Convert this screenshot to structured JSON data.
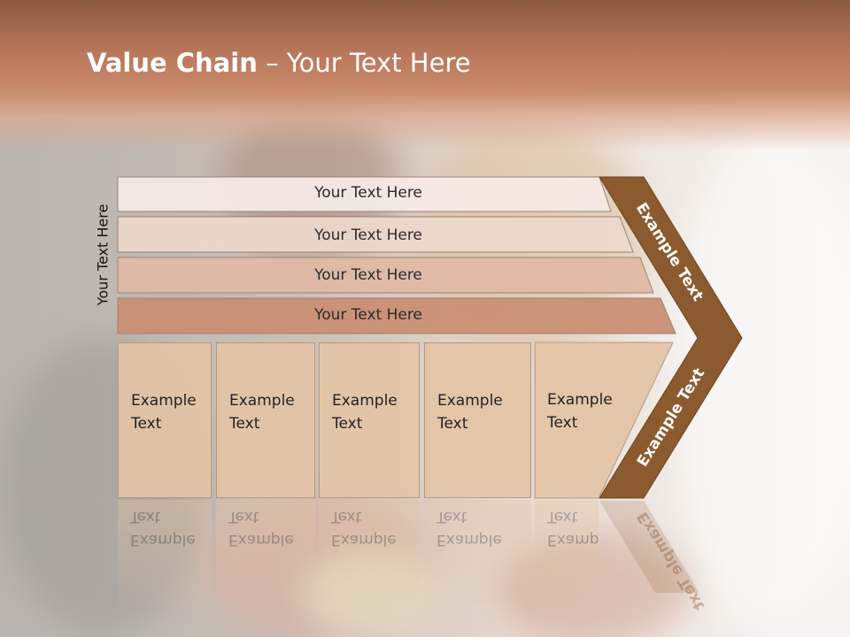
{
  "slide": {
    "title_bold": "Value Chain",
    "title_rest": " – Your Text Here",
    "side_label": "Your Text Here"
  },
  "rows": [
    {
      "label": "Your Text Here"
    },
    {
      "label": "Your Text Here"
    },
    {
      "label": "Your Text Here"
    },
    {
      "label": "Your Text Here"
    }
  ],
  "boxes": [
    {
      "label": "Example Text"
    },
    {
      "label": "Example Text"
    },
    {
      "label": "Example Text"
    },
    {
      "label": "Example Text"
    },
    {
      "label": "Example Text"
    }
  ],
  "chevron": {
    "upper_label": "Example Text",
    "lower_label": "Example Text"
  },
  "colors": {
    "header": "#b8775a",
    "row_1": "#f6ece6",
    "row_2": "#ecd9cb",
    "row_3": "#dfb9a5",
    "row_4": "#c98f74",
    "box": "#e3c4a6",
    "chevron": "#8b5a2e"
  }
}
